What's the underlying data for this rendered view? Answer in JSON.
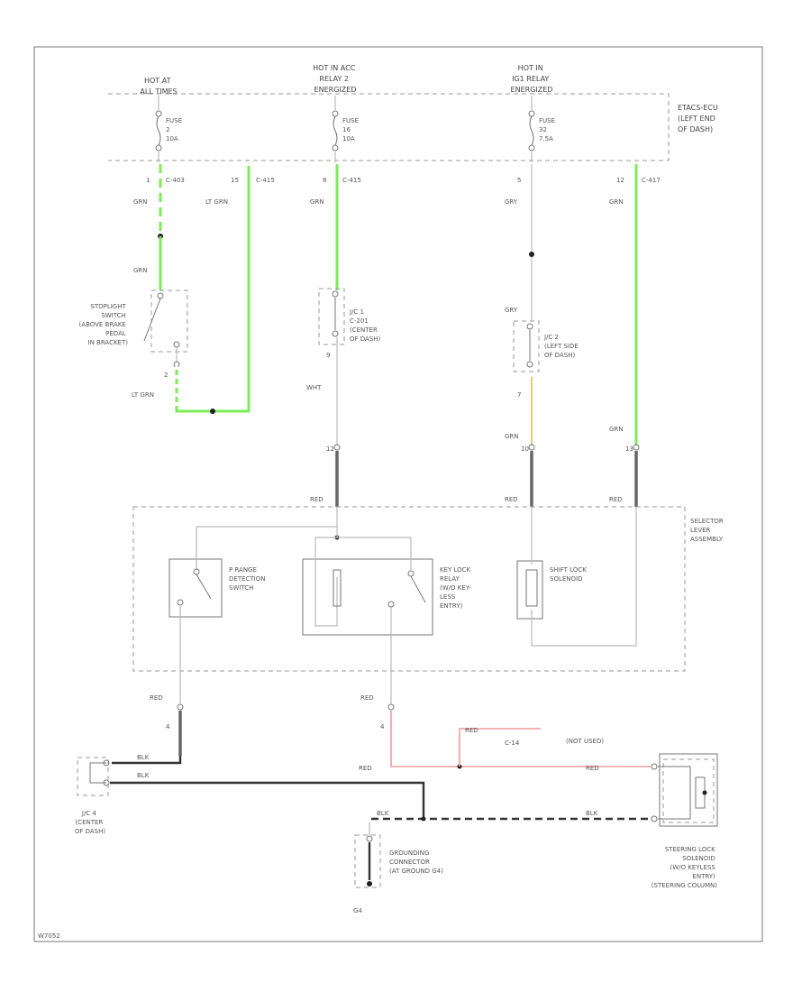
{
  "diagram": {
    "sources": [
      {
        "id": "src1",
        "lines": [
          "HOT AT",
          "ALL TIMES"
        ]
      },
      {
        "id": "src2",
        "lines": [
          "HOT IN ACC",
          "RELAY 2",
          "ENERGIZED"
        ]
      },
      {
        "id": "src3",
        "lines": [
          "HOT IN",
          "IG1 RELAY",
          "ENERGIZED"
        ]
      }
    ],
    "fuses": [
      {
        "id": "f1",
        "lines": [
          "FUSE",
          "2",
          "10A"
        ]
      },
      {
        "id": "f2",
        "lines": [
          "FUSE",
          "16",
          "10A"
        ]
      },
      {
        "id": "f3",
        "lines": [
          "FUSE",
          "32",
          "7.5A"
        ]
      }
    ],
    "junction_block": [
      "ETACS-ECU",
      "(LEFT END",
      "OF DASH)"
    ],
    "connectors": {
      "c1_pin": "1",
      "c1": "C-403",
      "c2_pin": "15",
      "c2": "C-415",
      "c3_pin": "8",
      "c3": "C-415",
      "c4_pin": "5",
      "c4": "",
      "c5_pin": "12",
      "c5": "C-417"
    },
    "wire_colors": {
      "grn": "GRN",
      "lt_grn": "LT GRN",
      "wht": "WHT",
      "gry": "GRY",
      "red": "RED",
      "blk": "BLK"
    },
    "stoplight_switch": [
      "STOPLIGHT",
      "SWITCH",
      "(ABOVE BRAKE",
      "PEDAL",
      "IN BRACKET)"
    ],
    "stoplight_pin": "2",
    "jc1": [
      "J/C 1",
      "C-201",
      "(CENTER",
      "OF DASH)"
    ],
    "jc1_pin": "9",
    "jc2": [
      "J/C 2",
      "(LEFT SIDE",
      "OF DASH)"
    ],
    "jc2_pin": "7",
    "selector_pins": {
      "p1": "12",
      "p2": "10",
      "p3": "13"
    },
    "selector": [
      "SELECTOR",
      "LEVER",
      "ASSEMBLY"
    ],
    "p_range": [
      "P RANGE",
      "DETECTION",
      "SWITCH"
    ],
    "key_lock": [
      "KEY LOCK",
      "RELAY",
      "(W/O KEY-",
      "LESS",
      "ENTRY)"
    ],
    "shift_lock": [
      "SHIFT LOCK",
      "SOLENOID"
    ],
    "lower_pins": {
      "left": "4",
      "mid": "4"
    },
    "jc4": [
      "J/C 4",
      "(CENTER",
      "OF DASH)"
    ],
    "c14": "C-14",
    "not_used": "(NOT USED)",
    "grounding": [
      "GROUNDING",
      "CONNECTOR",
      "(AT GROUND G4)"
    ],
    "ground_label": "G4",
    "steering_lock": [
      "STEERING LOCK",
      "SOLENOID",
      "(W/O KEYLESS",
      "ENTRY)",
      "(STEERING COLUMN)"
    ],
    "footer": "W7052"
  }
}
